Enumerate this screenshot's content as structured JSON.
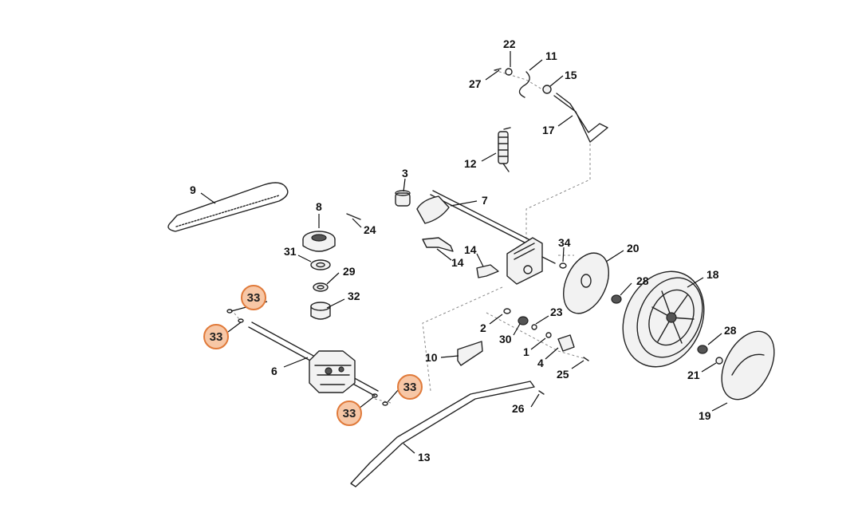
{
  "callouts": {
    "c1": "1",
    "c2": "2",
    "c3": "3",
    "c4": "4",
    "c6": "6",
    "c7": "7",
    "c8": "8",
    "c9": "9",
    "c10": "10",
    "c11": "11",
    "c12": "12",
    "c13": "13",
    "c14a": "14",
    "c14b": "14",
    "c15": "15",
    "c17": "17",
    "c18": "18",
    "c19": "19",
    "c20": "20",
    "c21": "21",
    "c22": "22",
    "c23": "23",
    "c24": "24",
    "c25": "25",
    "c26": "26",
    "c27": "27",
    "c28a": "28",
    "c28b": "28",
    "c29": "29",
    "c30": "30",
    "c31": "31",
    "c32": "32",
    "c34": "34"
  },
  "highlighted": {
    "h1": "33",
    "h2": "33",
    "h3": "33",
    "h4": "33"
  },
  "colors": {
    "highlight_fill": "#f7c7a6",
    "highlight_stroke": "#e07a3a"
  }
}
